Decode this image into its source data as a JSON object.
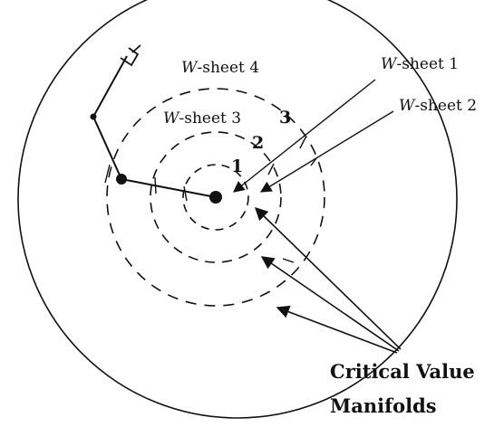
{
  "labels": {
    "sheet4": {
      "prefix": "W",
      "suffix": "-sheet 4"
    },
    "sheet3": {
      "prefix": "W",
      "suffix": "-sheet 3"
    },
    "sheet1": {
      "prefix": "W",
      "suffix": "-sheet 1"
    },
    "sheet2": {
      "prefix": "W",
      "suffix": "-sheet 2"
    },
    "num1": "1",
    "num2": "2",
    "num3": "3",
    "critical_line1": "Critical Value",
    "critical_line2": "Manifolds"
  },
  "colors": {
    "ink": "#111111",
    "background": "#ffffff"
  }
}
